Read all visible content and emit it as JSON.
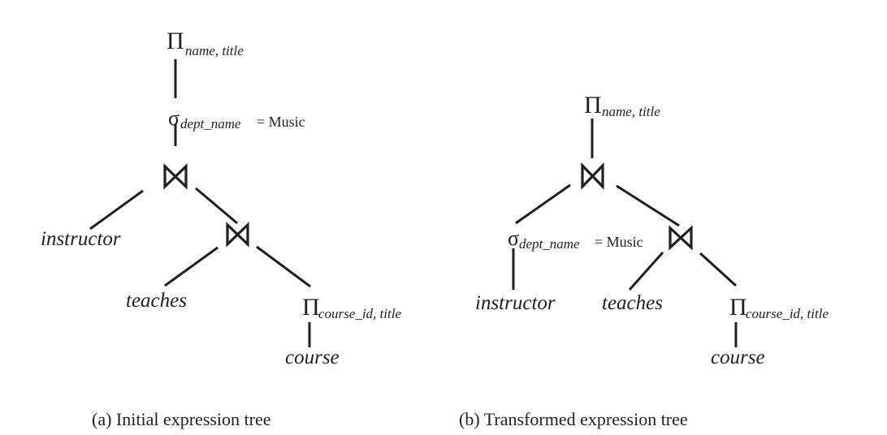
{
  "figure": {
    "panels": [
      {
        "id": "a",
        "caption": "(a) Initial expression tree",
        "nodes": {
          "root_projection": {
            "symbol": "Π",
            "subscript": "name, title"
          },
          "selection": {
            "symbol": "σ",
            "subscript": "dept_name",
            "condition": "= Music"
          },
          "join_top": {
            "symbol": "⋈"
          },
          "instructor": {
            "label": "instructor"
          },
          "join_inner": {
            "symbol": "⋈"
          },
          "teaches": {
            "label": "teaches"
          },
          "course_projection": {
            "symbol": "Π",
            "subscript": "course_id, title"
          },
          "course": {
            "label": "course"
          }
        }
      },
      {
        "id": "b",
        "caption": "(b) Transformed expression tree",
        "nodes": {
          "root_projection": {
            "symbol": "Π",
            "subscript": "name, title"
          },
          "join_top": {
            "symbol": "⋈"
          },
          "selection": {
            "symbol": "σ",
            "subscript": "dept_name",
            "condition": "= Music"
          },
          "instructor": {
            "label": "instructor"
          },
          "join_inner": {
            "symbol": "⋈"
          },
          "teaches": {
            "label": "teaches"
          },
          "course_projection": {
            "symbol": "Π",
            "subscript": "course_id, title"
          },
          "course": {
            "label": "course"
          }
        }
      }
    ]
  }
}
